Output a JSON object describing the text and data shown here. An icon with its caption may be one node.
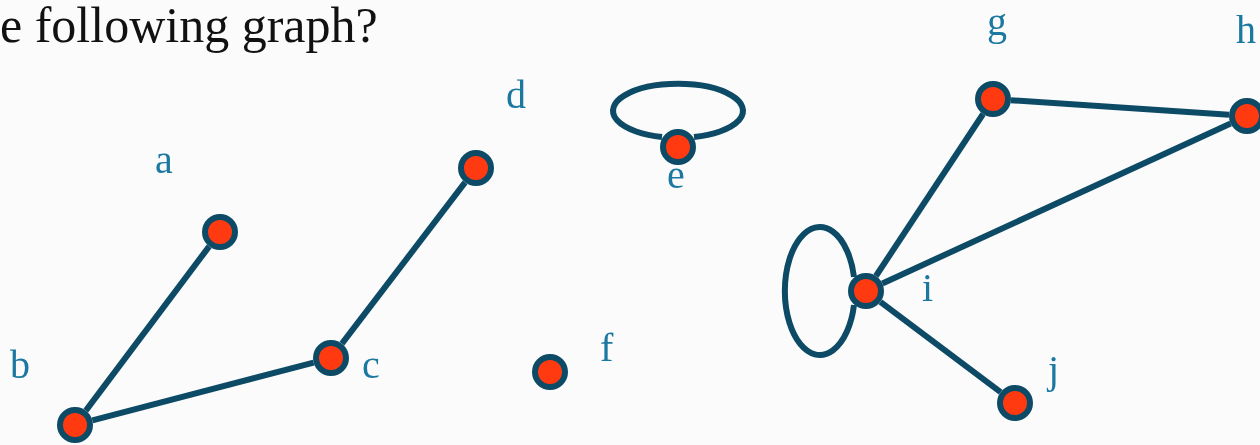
{
  "diagram": {
    "title": "e following graph?",
    "nodes": [
      {
        "text": [],
        "shape": "circle",
        "beside": [
          "a"
        ]
      },
      {
        "text": [],
        "shape": "circle",
        "beside": [
          "b"
        ]
      },
      {
        "text": [],
        "shape": "circle",
        "beside": [
          "c"
        ]
      },
      {
        "text": [],
        "shape": "circle",
        "beside": [
          "d"
        ]
      },
      {
        "text": [],
        "shape": "circle",
        "beside": [
          "e"
        ]
      },
      {
        "text": [],
        "shape": "circle",
        "beside": [
          "f"
        ]
      },
      {
        "text": [],
        "shape": "circle",
        "beside": [
          "g"
        ]
      },
      {
        "text": [],
        "shape": "circle",
        "beside": [
          "h"
        ]
      },
      {
        "text": [],
        "shape": "circle",
        "beside": [
          "i"
        ]
      },
      {
        "text": [],
        "shape": "circle",
        "beside": [
          "j"
        ]
      }
    ],
    "edges": [
      {
        "from": 0,
        "to": 1,
        "arrow": "none"
      },
      {
        "from": 1,
        "to": 2,
        "arrow": "none"
      },
      {
        "from": 2,
        "to": 3,
        "arrow": "none"
      },
      {
        "from": 4,
        "to": 4,
        "arrow": "none"
      },
      {
        "from": 6,
        "to": 7,
        "arrow": "none"
      },
      {
        "from": 6,
        "to": 8,
        "arrow": "none"
      },
      {
        "from": 7,
        "to": 8,
        "arrow": "none"
      },
      {
        "from": 8,
        "to": 8,
        "arrow": "none"
      },
      {
        "from": 8,
        "to": 9,
        "arrow": "none"
      }
    ]
  }
}
